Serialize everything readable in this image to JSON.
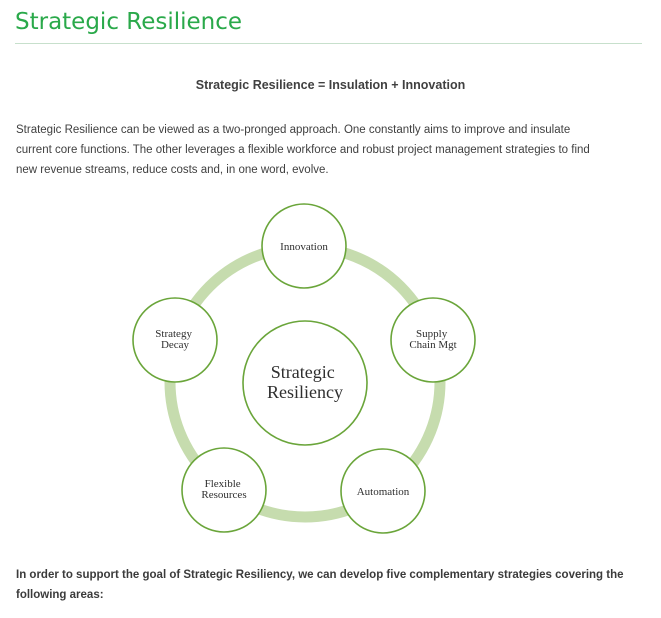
{
  "heading": "Strategic Resilience",
  "equation": "Strategic Resilience = Insulation + Innovation",
  "intro_lines": [
    "Strategic Resilience can be viewed as a two-pronged approach.  One constantly aims to improve and insulate",
    "current core functions.  The other leverages a flexible workforce and robust project management strategies to find",
    "new revenue streams, reduce costs and, in one word, evolve."
  ],
  "diagram": {
    "center_lines": [
      "Strategic",
      "Resiliency"
    ],
    "nodes": [
      {
        "id": "innovation",
        "lines": [
          "Innovation"
        ]
      },
      {
        "id": "supply-chain-mgt",
        "lines": [
          "Supply",
          "Chain Mgt"
        ]
      },
      {
        "id": "automation",
        "lines": [
          "Automation"
        ]
      },
      {
        "id": "flexible-resources",
        "lines": [
          "Flexible",
          "Resources"
        ]
      },
      {
        "id": "strategy-decay",
        "lines": [
          "Strategy",
          "Decay"
        ]
      }
    ],
    "colors": {
      "circle_stroke": "#6aa53a",
      "ring": "#c6dcae"
    }
  },
  "outro_lines": [
    "In order to support the goal of Strategic Resiliency, we can develop five complementary strategies covering the",
    "following areas:"
  ]
}
